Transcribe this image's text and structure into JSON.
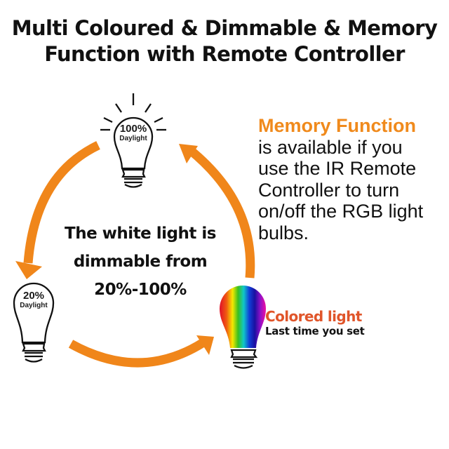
{
  "title": {
    "line1": "Multi Coloured & Dimmable & Memory",
    "line2": "Function with Remote Controller"
  },
  "bulbs": {
    "top": {
      "percent": "100%",
      "label": "Daylight",
      "icon": "light-bulb-with-rays-icon"
    },
    "left": {
      "percent": "20%",
      "label": "Daylight",
      "icon": "light-bulb-icon"
    },
    "right": {
      "icon": "rainbow-light-bulb-icon"
    }
  },
  "center_text": {
    "line1": "The white light is",
    "line2": "dimmable from",
    "line3": "20%-100%"
  },
  "memory": {
    "heading": "Memory Function",
    "lines": [
      "is available if you",
      "use the IR Remote",
      "Controller to turn",
      "on/off the RGB light",
      "bulbs."
    ]
  },
  "colored": {
    "heading": "Colored light",
    "subtext": "Last time you set"
  },
  "colors": {
    "arrow": "#f0861a",
    "memory_heading": "#f08a1c",
    "colored_heading": "#e0552a",
    "text": "#111111"
  }
}
